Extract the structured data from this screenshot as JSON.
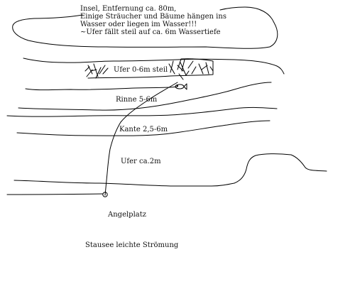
{
  "colors": {
    "ink": "#000000",
    "background": "#ffffff"
  },
  "island_note": [
    "Insel, Entfernung ca. 80m,",
    "Einige Sträucher und Bäume hängen ins",
    "Wasser oder liegen im Wasser!!!",
    "~Ufer fällt steil auf ca. 6m Wassertiefe"
  ],
  "zones": {
    "shore_steep": "Ufer 0-6m steil",
    "channel": "Rinne 5-6m",
    "edge": "Kante 2,5-6m",
    "shore_shallow": "Ufer ca.2m"
  },
  "spot_label": "Angelplatz",
  "caption": "Stausee leichte Strömung",
  "icons": [
    "fish-icon",
    "fishing-spot-marker"
  ]
}
